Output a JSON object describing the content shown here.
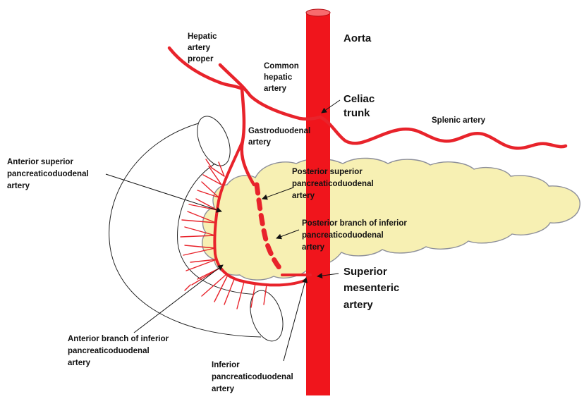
{
  "labels": {
    "aorta": "Aorta",
    "hepatic_artery_proper": [
      "Hepatic",
      "artery",
      "proper"
    ],
    "common_hepatic_artery": [
      "Common",
      "hepatic",
      "artery"
    ],
    "celiac_trunk": [
      "Celiac",
      "trunk"
    ],
    "splenic_artery": "Splenic artery",
    "gastroduodenal_artery": [
      "Gastroduodenal",
      "artery"
    ],
    "anterior_superior_pd": [
      "Anterior superior",
      "pancreaticoduodenal",
      "artery"
    ],
    "posterior_superior_pd": [
      "Posterior superior",
      "pancreaticoduodenal",
      "artery"
    ],
    "posterior_branch_inferior_pd": [
      "Posterior branch of inferior",
      "pancreaticoduodenal",
      "artery"
    ],
    "superior_mesenteric_artery": [
      "Superior",
      "mesenteric",
      "artery"
    ],
    "anterior_branch_inferior_pd": [
      "Anterior branch of inferior",
      "pancreaticoduodenal",
      "artery"
    ],
    "inferior_pd": [
      "Inferior",
      "pancreaticoduodenal",
      "artery"
    ]
  },
  "colors": {
    "artery": "#e8232b",
    "aorta": "#f0151c",
    "pancreas_fill": "#f7f0b3",
    "pancreas_stroke": "#8d8f9a",
    "outline": "#222222"
  }
}
